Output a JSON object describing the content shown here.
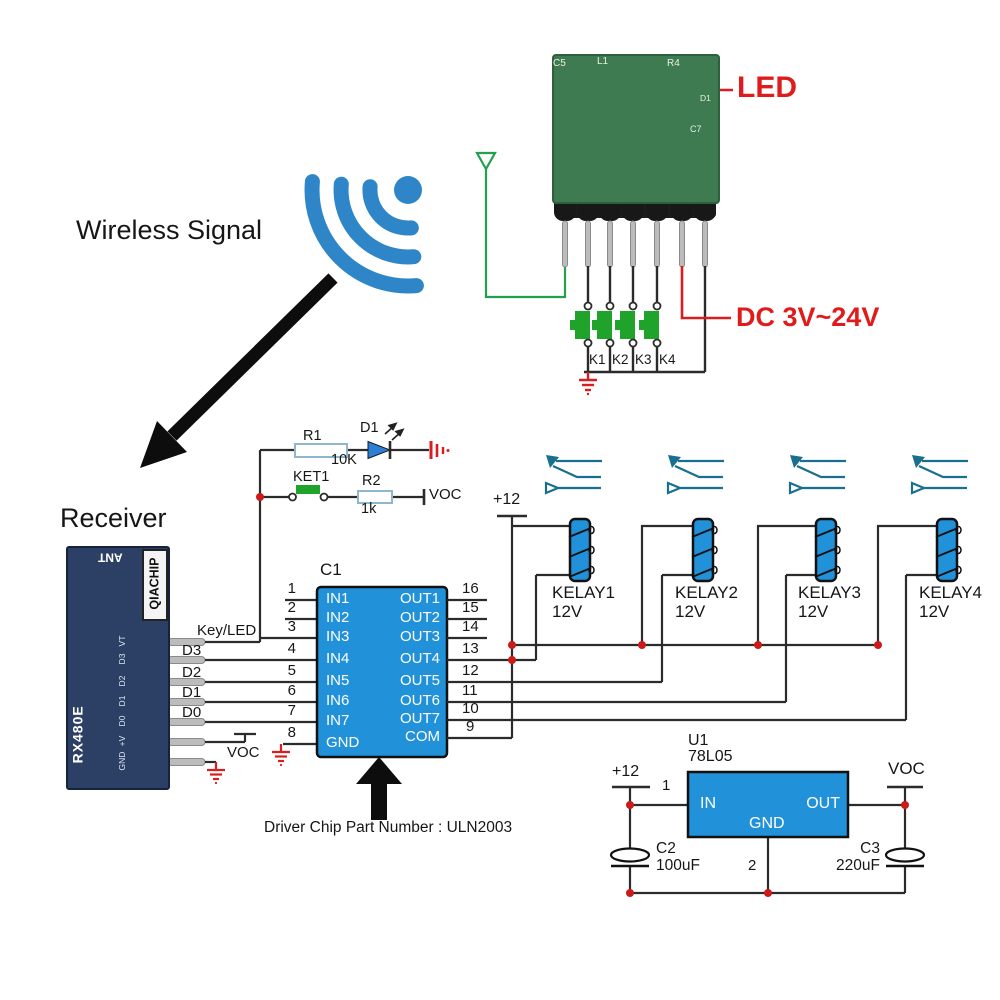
{
  "title_labels": {
    "wireless_signal": "Wireless Signal",
    "receiver": "Receiver",
    "led": "LED",
    "dc_power": "DC 3V~24V",
    "driver_note": "Driver Chip Part Number :  ULN2003"
  },
  "tx_module": {
    "silkscreen": [
      "C5",
      "L1",
      "R4",
      "D1",
      "C7"
    ],
    "switch_labels": [
      "K1",
      "K2",
      "K3",
      "K4"
    ]
  },
  "rx_module": {
    "antenna_label": "ANT",
    "brand": "QIACHIP",
    "model": "RX480E",
    "pad_labels": [
      "VT",
      "D3",
      "D2",
      "D1",
      "D0",
      "+V",
      "GND"
    ]
  },
  "rx_wires": {
    "key_led": "Key/LED",
    "d3": "D3",
    "d2": "D2",
    "d1": "D1",
    "d0": "D0",
    "voc": "VOC"
  },
  "led_circuit": {
    "r1_ref": "R1",
    "r1_val": "10K",
    "d1_ref": "D1",
    "ket_ref": "KET1",
    "r2_ref": "R2",
    "r2_val": "1k",
    "voc": "VOC"
  },
  "c1": {
    "ref": "C1",
    "left_labels": [
      "IN1",
      "IN2",
      "IN3",
      "IN4",
      "IN5",
      "IN6",
      "IN7",
      "GND"
    ],
    "right_labels": [
      "OUT1",
      "OUT2",
      "OUT3",
      "OUT4",
      "OUT5",
      "OUT6",
      "OUT7",
      "COM"
    ],
    "left_nums": [
      "1",
      "2",
      "3",
      "4",
      "5",
      "6",
      "7",
      "8"
    ],
    "right_nums": [
      "16",
      "15",
      "14",
      "13",
      "12",
      "11",
      "10",
      "9"
    ]
  },
  "relay_rail": {
    "plus12": "+12"
  },
  "relays": [
    {
      "name": "KELAY1",
      "volt": "12V"
    },
    {
      "name": "KELAY2",
      "volt": "12V"
    },
    {
      "name": "KELAY3",
      "volt": "12V"
    },
    {
      "name": "KELAY4",
      "volt": "12V"
    }
  ],
  "u1": {
    "ref": "U1",
    "part": "78L05",
    "pin_in": "IN",
    "pin_out": "OUT",
    "pin_gnd": "GND",
    "num1": "1",
    "num2": "2",
    "plus12": "+12",
    "voc": "VOC",
    "c2_ref": "C2",
    "c2_val": "100uF",
    "c3_ref": "C3",
    "c3_val": "220uF"
  },
  "colors": {
    "component_blue": "#2191d9",
    "wire": "#2b2b2b",
    "red": "#d81e1e",
    "contact_teal": "#19708e",
    "green": "#22a04e",
    "wifi_blue": "#2e86c8"
  }
}
